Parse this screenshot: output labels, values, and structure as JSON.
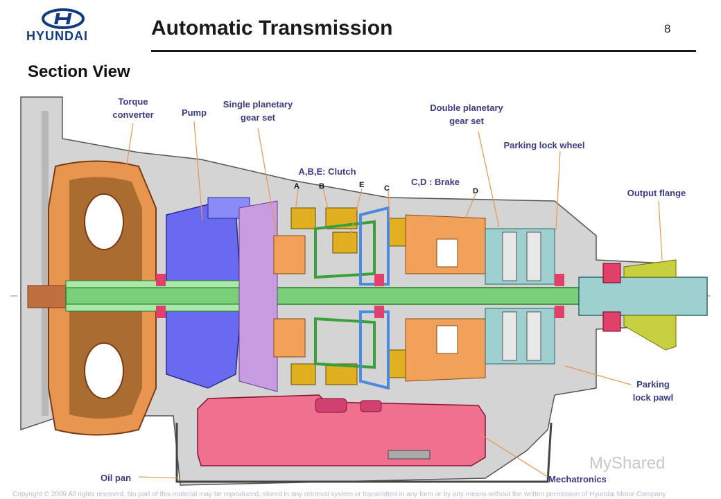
{
  "header": {
    "brand": "HYUNDAI",
    "title": "Automatic Transmission",
    "page_number": "8"
  },
  "section_title": "Section View",
  "labels": {
    "torque_converter": "Torque\nconverter",
    "pump": "Pump",
    "single_planetary": "Single planetary\ngear set",
    "double_planetary": "Double planetary\ngear set",
    "parking_lock_wheel": "Parking lock wheel",
    "clutch": "A,B,E: Clutch",
    "brake": "C,D : Brake",
    "output_flange": "Output flange",
    "parking_lock_pawl": "Parking\nlock pawl",
    "oil_pan": "Oil pan",
    "mechatronics": "Mechatronics",
    "clutch_a": "A",
    "clutch_b": "B",
    "clutch_e": "E",
    "brake_c": "C",
    "brake_d": "D"
  },
  "footer": "Copyright © 2009 All rights reserved. No part of this material may be reproduced, stored in any retrieval system or transmitted in any form or by any means without the written permission of Hyundai Motor Company",
  "watermark": "MyShared",
  "colors": {
    "housing": "#d4d4d4",
    "pump": "#6a6af0",
    "shaft": "#7ad07a",
    "torque_converter": "#a0652c",
    "planetary": "#f2a15a",
    "clutch_pack": "#e0b020",
    "output_flange": "#9fd0d0",
    "output_gold": "#c8d040",
    "mechatronics": "#f07090",
    "bearing": "#e0406a",
    "label": "#3a3a8a"
  }
}
